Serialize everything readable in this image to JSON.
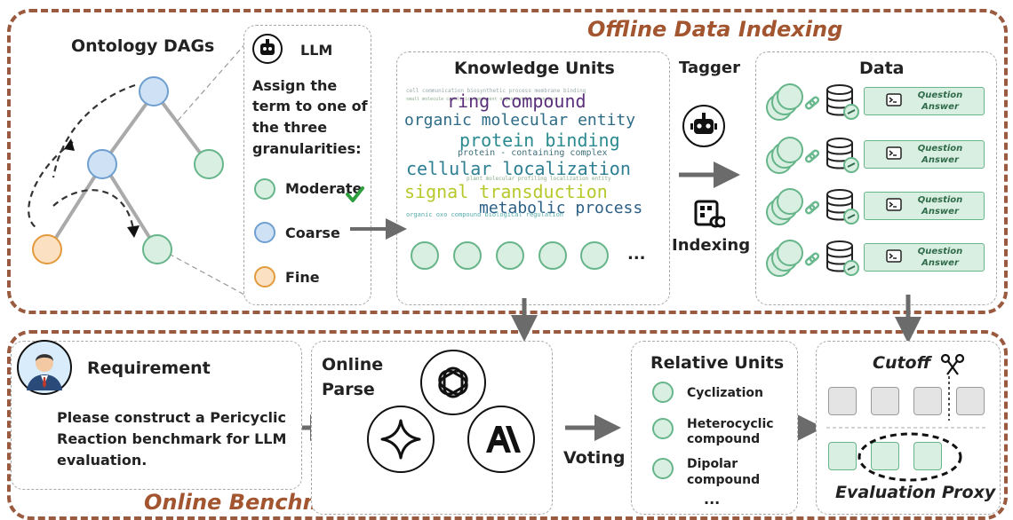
{
  "offline": {
    "stage_title": "Offline Data Indexing",
    "ontology_title": "Ontology DAGs",
    "llm": {
      "title": "LLM",
      "instruction": [
        "Assign the",
        "term to one of",
        "the three",
        "granularities:"
      ],
      "options": [
        "Moderate",
        "Coarse",
        "Fine"
      ]
    },
    "knowledge_units": {
      "title": "Knowledge Units",
      "wordcloud": [
        "ring compound",
        "organic molecular entity",
        "protein binding",
        "cellular localization",
        "signal transduction",
        "metabolic process",
        "protein - containing complex"
      ],
      "ellipsis": "..."
    },
    "tagger_label": "Tagger",
    "indexing_label": "Indexing",
    "data": {
      "title": "Data",
      "qa_question": "Question",
      "qa_answer": "Answer"
    }
  },
  "online": {
    "stage_title": "Online Benchmark Generation",
    "requirement": {
      "title": "Requirement",
      "text": [
        "Please construct a Pericyclic",
        "Reaction benchmark for LLM",
        "evaluation."
      ]
    },
    "online_parse": [
      "Online",
      "Parse"
    ],
    "voting_label": "Voting",
    "relative_units": {
      "title": "Relative Units",
      "items": [
        [
          "Cyclization"
        ],
        [
          "Heterocyclic",
          "compound"
        ],
        [
          "Dipolar",
          "compound"
        ]
      ],
      "ellipsis": "..."
    },
    "cutoff": {
      "title": "Cutoff",
      "proxy_label": "Evaluation Proxy"
    }
  },
  "colors": {
    "stage_border": "#9a5a3f",
    "moderate": "#67b58a",
    "coarse": "#6e9fd0",
    "fine": "#e39a3c",
    "check": "#2e9e3e",
    "arrow": "#6b6b6b"
  },
  "icons": [
    "robot-icon",
    "check-icon",
    "link-icon",
    "database-icon",
    "terminal-icon",
    "indexing-icon",
    "person-avatar-icon",
    "openai-logo-icon",
    "gemini-logo-icon",
    "anthropic-logo-icon",
    "scissors-icon"
  ]
}
